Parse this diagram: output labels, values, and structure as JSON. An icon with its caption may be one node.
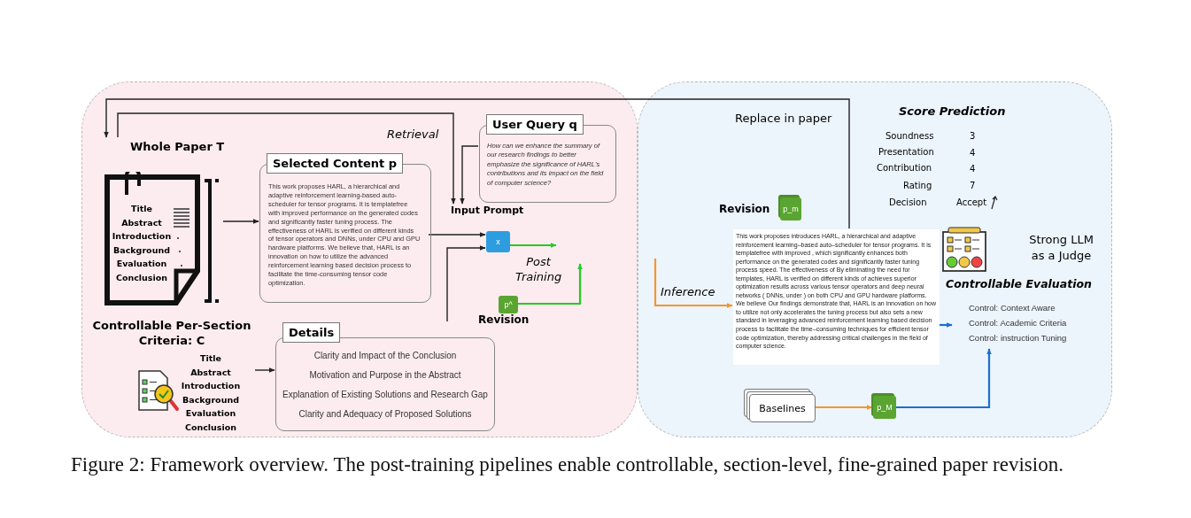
{
  "diagram": {
    "caption": "Figure 2: Framework overview. The post-training pipelines enable controllable, section-level, fine-grained paper revision.",
    "nodes": [
      {
        "text": [],
        "shape": "box"
      },
      {
        "text": [],
        "shape": "box"
      },
      {
        "text": [
          "Whole Paper T",
          "Title Abstract Introduction Background Evaluation Conclusion"
        ],
        "in": 0
      },
      {
        "text": [
          "Selected Content p",
          "This work proposes HARL, a hierarchical and adaptive reinforcement learning-based auto-scheduler for tensor programs. It is templatefree with improved performance on the generated codes and significantly faster tuning process. The effectiveness of HARL is verified on different kinds of tensor operators and DNNs, under CPU and GPU hardware platforms. We believe that, HARL is an innovation on how to utilize the advanced reinforcement learning based decision process to facilitate the time-consuming tensor code optimization."
        ],
        "in": 0
      },
      {
        "text": [
          "User Query q",
          "How can we enhance the summary of our research findings to better emphasize the significance of HARL's contributions and its impact on the field of computer science?"
        ],
        "in": 0
      },
      {
        "text": [
          "Input Prompt"
        ],
        "in": 0
      },
      {
        "text": [
          "x"
        ],
        "in": 0
      },
      {
        "text": [
          "p^"
        ],
        "beside": [
          "Revision"
        ],
        "in": 0
      },
      {
        "text": [
          "Controllable Per-Section Criteria: C",
          "Title Abstract Introduction Background Evaluation Conclusion"
        ],
        "in": 0
      },
      {
        "text": [
          "Details",
          "Clarity and Impact of the Conclusion",
          "Motivation and Purpose in the Abstract",
          "Explanation of Existing Solutions and Research Gap",
          "Clarity and Adequacy of Proposed Solutions"
        ],
        "in": 0
      },
      {
        "text": [
          "p_m"
        ],
        "beside": [
          "Revision"
        ],
        "in": 1
      },
      {
        "text": [
          "This work proposes introduces HARL, a hierarchical and adaptive reinforcement learning–based auto–scheduler for tensor programs. It is templatefree with improved , which significantly enhances both performance on the generated codes and significantly faster tuning process speed. The effectiveness of By eliminating the need for templates, HARL is verified on different kinds of achieves superior optimization results across various tensor operators and deep neural networks ( DNNs, under ) on both CPU and GPU hardware platforms. We believe Our findings demonstrate that, HARL is an innovation on how to utilize not only accelerates the tuning process but also sets a new standard in leveraging advanced reinforcement learning based decision process to facilitate the time–consuming techniques for efficient tensor code optimization, thereby addressing critical challenges in the field of computer science."
        ],
        "in": 1
      },
      {
        "text": [
          "Strong LLM as a Judge"
        ],
        "in": 1
      },
      {
        "text": [
          "Controllable Evaluation",
          "Control: Context Aware",
          "Control: Academic Criteria",
          "Control: instruction Tuning"
        ],
        "in": 1
      },
      {
        "text": [
          "Baselines"
        ],
        "in": 1
      },
      {
        "text": [
          "p_M"
        ],
        "in": 1
      }
    ],
    "edges": [
      {
        "from": 11,
        "to": 2,
        "arrow": "to",
        "label": "Replace in paper"
      },
      {
        "from": 2,
        "to": 5,
        "arrow": "to",
        "label": "Retrieval"
      },
      {
        "from": 4,
        "to": 5,
        "arrow": "to"
      },
      {
        "from": 2,
        "to": 3,
        "arrow": "to"
      },
      {
        "from": 3,
        "to": 6,
        "arrow": "to"
      },
      {
        "from": 9,
        "to": 6,
        "arrow": "to"
      },
      {
        "from": 6,
        "to": null,
        "arrow": "to",
        "label": "Post Training",
        "color": "#22cc22"
      },
      {
        "from": 7,
        "to": null,
        "arrow": "to",
        "color": "#22cc22"
      },
      {
        "from": null,
        "to": 11,
        "arrow": "to",
        "label": "Inference",
        "color": "#f5962a"
      },
      {
        "from": 8,
        "to": 9,
        "arrow": "to"
      },
      {
        "from": 11,
        "to": 13,
        "arrow": "to",
        "color": "#1a6fd0"
      },
      {
        "from": 14,
        "to": 15,
        "arrow": "to",
        "color": "#f5962a"
      },
      {
        "from": 15,
        "to": 13,
        "arrow": "to",
        "color": "#1a6fd0"
      }
    ],
    "labels": [
      "Score Prediction",
      "Soundness",
      "3",
      "Presentation",
      "4",
      "Contribution",
      "4",
      "Rating",
      "7",
      "Decision",
      "Accept"
    ]
  }
}
